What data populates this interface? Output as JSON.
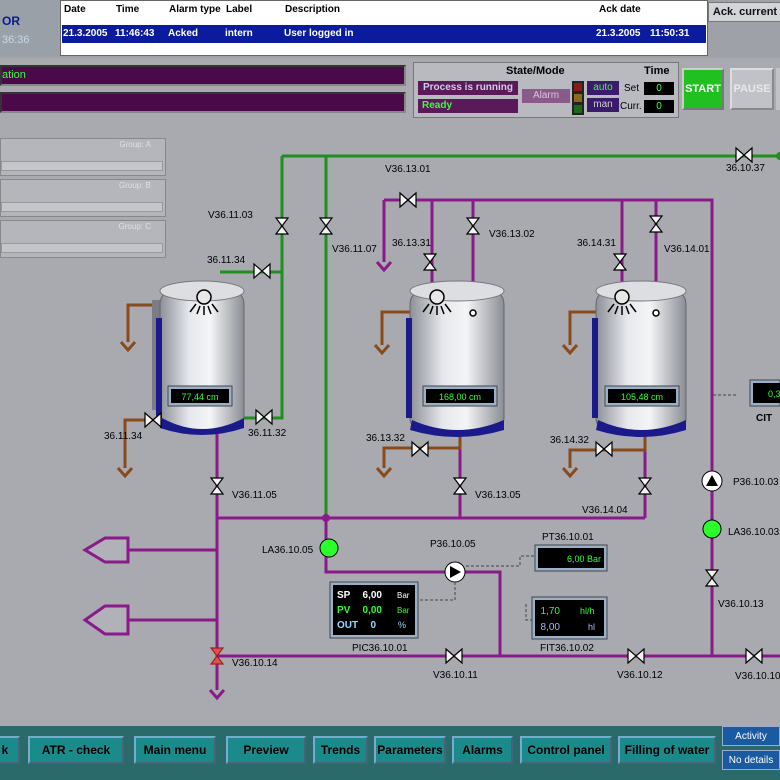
{
  "header": {
    "logo_text": "OR",
    "logo_time": "36:36",
    "alarm_columns": [
      "Date",
      "Time",
      "Alarm type",
      "Label",
      "Description",
      "Ack date"
    ],
    "alarm_row": {
      "date": "21.3.2005",
      "time": "11:46:43",
      "type": "Acked",
      "label": "intern",
      "description": "User logged in",
      "ack_date": "21.3.2005",
      "ack_time": "11:50:31"
    },
    "ack_button": "Ack. current"
  },
  "messages": {
    "line1": "ation"
  },
  "state": {
    "title": "State/Mode",
    "process": "Process is running",
    "ready": "Ready",
    "alarm": "Alarm",
    "auto": "auto",
    "man": "man",
    "time_title": "Time",
    "set_label": "Set",
    "curr_label": "Curr.",
    "set_value": "0",
    "curr_value": "0",
    "lamp_colors": [
      "#8a1a1a",
      "#8a6a1a",
      "#1a6a1a"
    ]
  },
  "controls": {
    "start": "START",
    "pause": "PAUSE"
  },
  "groups": [
    {
      "label": "Group: A"
    },
    {
      "label": "Group: B"
    },
    {
      "label": "Group: C"
    }
  ],
  "diagram": {
    "tank_levels": [
      "77,44 cm",
      "168,00 cm",
      "105,48 cm"
    ],
    "pressure": "6,00 Bar",
    "flow_rate": "1,70",
    "flow_rate_unit": "hl/h",
    "flow_total": "8,00",
    "flow_total_unit": "hl",
    "cit_value": "0,3",
    "cit_label": "CIT",
    "pic": {
      "sp_label": "SP",
      "sp": "6,00",
      "sp_unit": "Bar",
      "pv_label": "PV",
      "pv": "0,00",
      "pv_unit": "Bar",
      "out_label": "OUT",
      "out": "0",
      "out_unit": "%"
    },
    "labels": {
      "v3611_03": "V36.11.03",
      "v3611_34a": "36.11.34",
      "v3611_07": "V36.11.07",
      "v3613_01": "V36.13.01",
      "v3613_31": "36.13.31",
      "v3613_02": "V36.13.02",
      "v3614_31": "36.14.31",
      "v3614_01": "V36.14.01",
      "v3610_37": "36.10.37",
      "v3611_34b": "36.11.34",
      "v3611_32": "36.11.32",
      "v3613_32": "36.13.32",
      "v3614_32": "36.14.32",
      "v3611_05": "V36.11.05",
      "v3613_05": "V36.13.05",
      "v3614_04": "V36.14.04",
      "la3610_05": "LA36.10.05",
      "p3610_05": "P36.10.05",
      "pt3610_01": "PT36.10.01",
      "p3610_03": "P36.10.03",
      "la3610_03": "LA36.10.03",
      "v3610_13": "V36.10.13",
      "v3610_14": "V36.10.14",
      "pic3610_01": "PIC36.10.01",
      "v3610_11": "V36.10.11",
      "fit3610_02": "FIT36.10.02",
      "v3610_12": "V36.10.12",
      "v3610_10": "V36.10.10"
    }
  },
  "nav": [
    {
      "label": "k"
    },
    {
      "label": "ATR - check"
    },
    {
      "label": "Main menu"
    },
    {
      "label": "Preview"
    },
    {
      "label": "Trends"
    },
    {
      "label": "Parameters"
    },
    {
      "label": "Alarms"
    },
    {
      "label": "Control panel"
    },
    {
      "label": "Filling of water"
    }
  ],
  "side_buttons": {
    "activity": "Activity",
    "no_details": "No details"
  }
}
